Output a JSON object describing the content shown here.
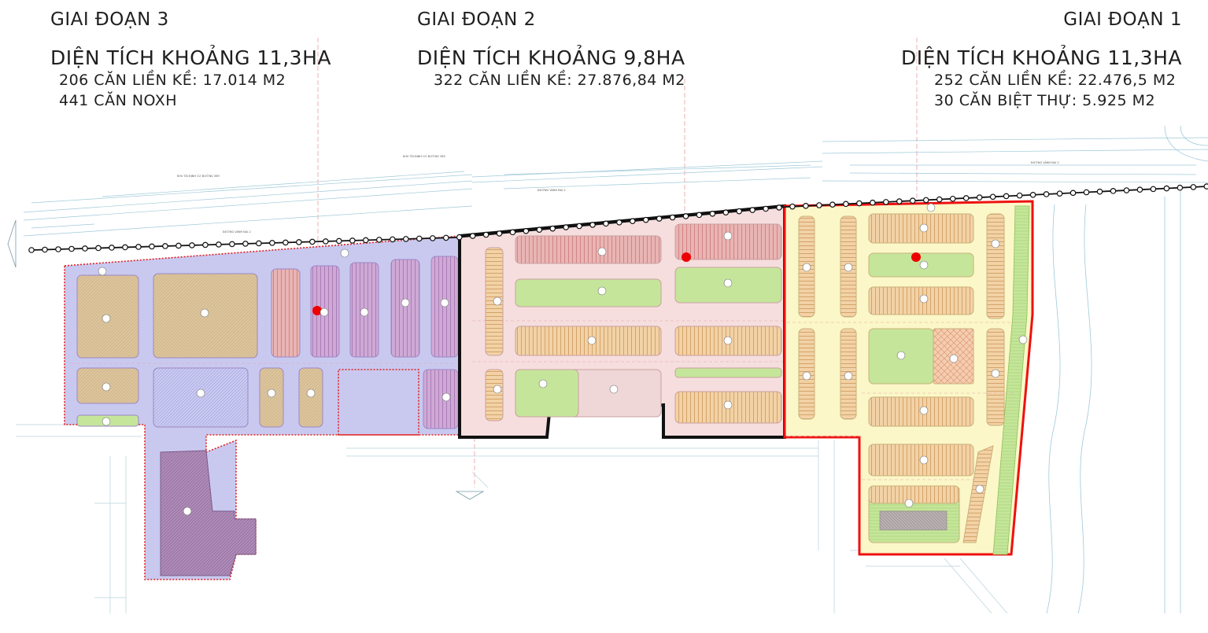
{
  "phases": [
    {
      "title": "GIAI ĐOẠN 3",
      "area": "DIỆN TÍCH KHOẢNG 11,3HA",
      "details": [
        "206 CĂN LIỀN KỀ: 17.014 M2",
        "441 CĂN NOXH"
      ]
    },
    {
      "title": "GIAI ĐOẠN 2",
      "area": "DIỆN TÍCH KHOẢNG 9,8HA",
      "details": [
        "322 CĂN LIỀN KỀ: 27.876,84 M2"
      ]
    },
    {
      "title": "GIAI ĐOẠN 1",
      "area": "DIỆN TÍCH KHOẢNG 11,3HA",
      "details": [
        "252 CĂN LIỀN KỀ: 22.476,5 M2",
        "30 CĂN BIỆT THỰ: 5.925 M2"
      ]
    }
  ],
  "map_labels": {
    "road_1": "ĐƯỜNG VÀNH ĐAI 2",
    "road_2": "ĐƯỜNG VÀNH ĐAI 2",
    "road_3": "ĐƯỜNG VÀNH ĐAI 2",
    "zone_1": "KHU TÁI ĐỊNH CƯ ĐƯỜNG 389",
    "zone_2": "KHU TÁI ĐỊNH CƯ ĐƯỜNG 389"
  },
  "colors": {
    "phase3_fill": "#c9c9f0",
    "phase2_fill": "#f6dede",
    "phase1_fill": "#fbf7c8",
    "phase3_border": "#e02020",
    "phase2_border": "#111111",
    "phase1_border": "#ee1111",
    "marker": "#ee0000",
    "green_space": "#b8e08a",
    "townhouse": "#e8b98a",
    "social_housing": "#a985b3"
  }
}
